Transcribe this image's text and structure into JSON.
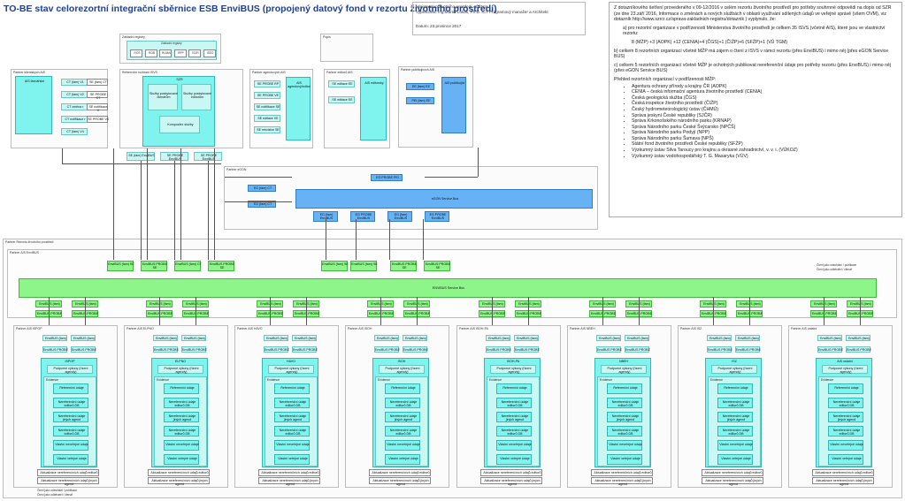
{
  "title": "TO-BE stav celorezortní integrační sběrnice ESB EnviBUS (propojený datový fond v rezortu životního prostředí)",
  "info": {
    "line1": "Ministerstvo životního prostředí   - CENIA.",
    "line2": "Vypracoval: Ing.Martin Lukáš, Ph.D. ICT Programový manažer a Architekt",
    "date": "Datum: 23.prosince 2017"
  },
  "notes": {
    "p1": "Z dotazníkového šetření provedeného v 09-12/2016 v celém rezortu životního prostředí pro potřeby souhrnné odpovědi na dopis od SZR (ze dne 23.září 2016, Informace o změnách a nových službách v oblasti využívání sdílených údajů ve veřejné správě (všem OVM), viz dotazník http://www.szrcr.cz/sprava-zakladnich-registru/dotaznik ) vyplynulo, že:",
    "p2": "a)  pro rezortní organizace v podřízenosti Ministerstva životního prostředí je celkem 35 ISVS (včetně AIS), které jsou ve vlastnictví rezortu:",
    "p2b": "8 (MŽP) +3 (AOPK) +12 (CENIA)+4 (ČGS)+1 (ČIŽP)+6 (SFŽP)+1 (VÚ TGM)",
    "p3": "b) celkem 8 rezortních organizací včetně MŽP má zájem o čtení z ISVS v rámci rezortu (přes EnviBUS) i mimo něj (přes eGON Service BUS)",
    "p4": "c) celkem 5 rezortních organizací včetně MŽP je ochotných publikovat nereferenční údaje pro potřeby rezortu (přes EnviBUS) i mimo něj (přes eGON Service BUS)",
    "list_title": "Přehled rezortních organizací v podřízenosti MŽP:",
    "orgs": [
      "Agentura ochrany přírody a krajiny ČR (AOPK)",
      "CENIA – česká informační agentura životního prostředí (CENIA)",
      "Česká geologická služba (ČGS)",
      "Česká inspekce životního prostředí (ČIŽP)",
      "Český hydrometeorologický ústav (ČHMÚ)",
      "Správa jeskyní České republiky (SJČR)",
      "Správa Krkonošského národního parku (KRNAP)",
      "Správa Národního parku České Švýcarsko (NPČŠ)",
      "Správa Národního parku Podyjí (NPP)",
      "Správa Národního parku Šumava (NPŠ)",
      "Státní fond životního prostředí České republiky (SFŽP)",
      "Výzkumný ústav Silva Taroucy pro krajinu a okrasné zahradnictví, v. v. i. (VÚKOZ)",
      "Výzkumný ústav vodohospodářský T. G. Masaryka (VÚV)"
    ]
  },
  "top": {
    "registry_panel": "Základní registry",
    "registry_inner": "Základní registry",
    "registries": [
      "ROS",
      "ROB",
      "RÚIAN",
      "RPP",
      "ISZR",
      "ISEO"
    ],
    "ext_panel": "Partner ISPSV",
    "ext_title": "Popis",
    "agenda_panel": "Partner klientských AIS",
    "agenda_ais": "AIS čtenářské",
    "isvs_panel": "Referenční rozhraní ISVS",
    "szr": "SZR",
    "isvs_core1": "Služby poskytované čtenářům",
    "isvs_core2": "Služby poskytované editorům",
    "isvs_core3": "Kompozitní služby",
    "agend_panel": "Partner agendových AIS",
    "agend_ais": "AIS agendový/editor",
    "edit_panel": "Partner editorů AIS",
    "edit_ais": "AIS editorský",
    "pub_panel": "Partner publikujících AIS",
    "pub_ais": "AIS publikující",
    "cy_left": [
      "CT (fam) V1",
      "CT (fam) V2",
      "CT změna r",
      "CT notifikace r",
      "CT (fam) V4"
    ],
    "probe_left": [
      "SE (fam) CT",
      "SE PROBE CT",
      "SE notifikace V",
      "SE PROBE V4"
    ],
    "probe_mid": [
      "SE PROBE RP",
      "SE PROBE VE",
      "SE notifikace SE",
      "SE editace VE",
      "SE rekvizice SE"
    ],
    "probe_right": [
      "SE editace EE",
      "SE editace EE"
    ],
    "pub_tags": [
      "EE (fam) EE",
      "PEI (fam) EE"
    ],
    "out_left": [
      "SE (fam) EnviBUS",
      "SE PROBE EnviBUS",
      "SE PROBE EnviBUS"
    ]
  },
  "egon": {
    "panel": "Partner eGON",
    "bus": "eGON Service Bus",
    "left_tags": [
      "EG (fam) CT",
      "EG (fam) CT"
    ],
    "top_tag": "EG PROBE PEI",
    "bottom": [
      "EG (fam) EnviBUS",
      "EG PROBE EnviBUS",
      "EG (fam) EnviBUS",
      "EG PROBE EnviBUS"
    ]
  },
  "env": {
    "outer_panel": "Partner Rezortu životního prostředí",
    "inner_panel": "Partner AIS EnviBUS",
    "bus": "ENVIBUS Service Bus",
    "legend": "Čtení jako odsuhlání / publikace",
    "legend2": "Čtení jako odběratel / čtenář",
    "top_tags": [
      "EnviBUS (fam) EE",
      "EnviBUS PROBE SE",
      "EnviBUS (fam) CT",
      "EnviBUS PROBE SE",
      "EnviBUS (fam) SE",
      "EnviBUS (fam) SE",
      "EnviBUS PROBE SE",
      "EnviBUS PROBE SE"
    ]
  },
  "orgs": [
    {
      "panel": "Partner AIS ISPOP",
      "code": "ISPOP"
    },
    {
      "panel": "Partner AIS ELPNO",
      "code": "ELPNO"
    },
    {
      "panel": "Partner AIS HAVO",
      "code": "HAVO"
    },
    {
      "panel": "Partner AIS ISOH",
      "code": "ISOH"
    },
    {
      "panel": "Partner AIS ISOH-PA",
      "code": "ISOH-PA"
    },
    {
      "panel": "Partner AIS NBEH",
      "code": "NBEH"
    },
    {
      "panel": "Partner AIS ISZ",
      "code": "ISZ"
    },
    {
      "panel": "Partner AIS ostatní",
      "code": "AIS ostatní"
    }
  ],
  "org_common": {
    "t1": "EnviBUS (fam)",
    "t2": "EnviBUS PROBE",
    "core": "Podporné výkony (řízení agendy)",
    "stack_title": "Evidence",
    "stack": [
      "Referenční údaje",
      "Nereferenční údaje editorů DB",
      "Nereferenční údaje jiných agend",
      "Nereferenční údaje editorů DB",
      "Vlastní neveřejné údaje",
      "Vlastní veřejné údaje"
    ],
    "bottom1": "Aktualizace nereferenčních údajů editorů",
    "bottom2": "Aktualizace nereferenčních údajů jiných agend",
    "legend1": "Čtení jako odesílatel / publikace",
    "legend2": "Čtení jako odběratel / čtenář"
  }
}
